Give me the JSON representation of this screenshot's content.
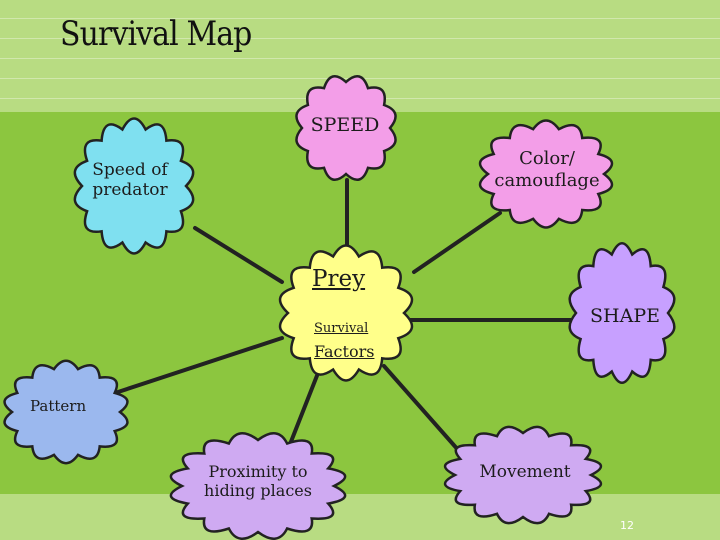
{
  "title": "Survival Map",
  "center": {
    "line1": "Prey",
    "line2": "Survival",
    "line3": "Factors"
  },
  "nodes": {
    "speed": "SPEED",
    "speed_of_predator": "Speed of predator",
    "color": "Color/ camouflage",
    "shape": "SHAPE",
    "pattern": "Pattern",
    "proximity": "Proximity to hiding places",
    "movement": "Movement"
  },
  "page_number": "12",
  "colors": {
    "background": "#8cc63f",
    "band": "#b8dc82",
    "pink": "#f39ee8",
    "cyan": "#7fe0f0",
    "yellow": "#ffff8a",
    "purple": "#c7a0ff",
    "blue": "#9bb8ee",
    "lavender": "#cfaaf2",
    "outline": "#222222"
  }
}
